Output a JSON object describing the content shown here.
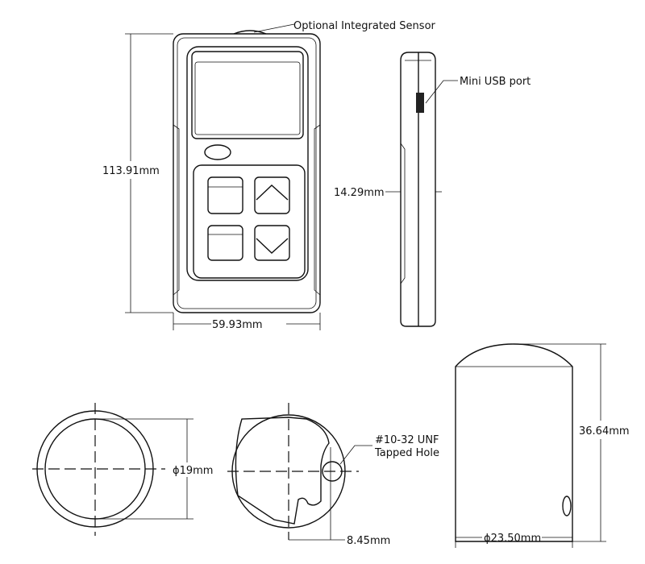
{
  "labels": {
    "sensor": "Optional Integrated Sensor",
    "usb": "Mini USB port",
    "height": "113.91mm",
    "width": "59.93mm",
    "depth": "14.29mm",
    "diameter_small": "ϕ19mm",
    "thread_line1": "#10-32 UNF",
    "thread_line2": "Tapped Hole",
    "hole_offset": "8.45mm",
    "cyl_height": "36.64mm",
    "cyl_diameter": "ϕ23.50mm"
  }
}
